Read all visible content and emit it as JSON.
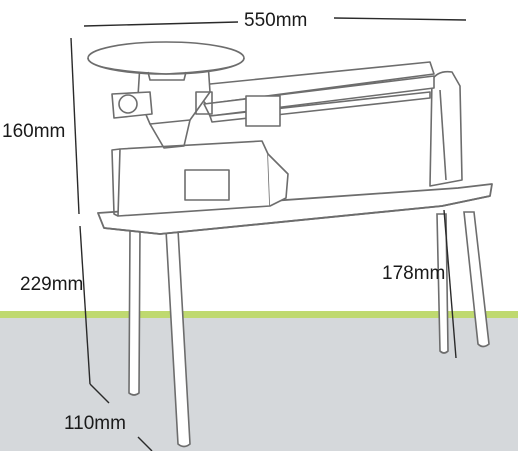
{
  "dimensions": {
    "width": "550mm",
    "top_height": "160mm",
    "leg_height": "229mm",
    "right_leg": "178mm",
    "depth": "110mm"
  },
  "colors": {
    "floor": "#d5d8db",
    "floor_edge": "#bfd970",
    "line": "#2a2a2a",
    "sketch": "#6d6d6d"
  }
}
